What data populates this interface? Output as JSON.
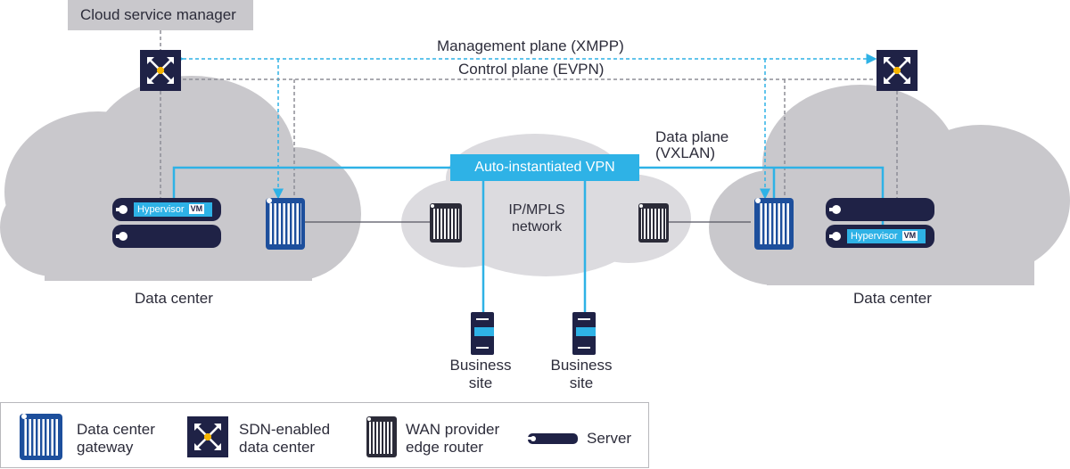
{
  "top": {
    "cloud_service_manager": "Cloud service manager",
    "management_plane": "Management plane (XMPP)",
    "control_plane": "Control plane (EVPN)",
    "data_plane_line1": "Data plane",
    "data_plane_line2": "(VXLAN)",
    "vpn": "Auto-instantiated VPN"
  },
  "network": {
    "line1": "IP/MPLS",
    "line2": "network"
  },
  "datacenters": {
    "left": "Data center",
    "right": "Data center"
  },
  "servers": {
    "hypervisor": "Hypervisor",
    "vm": "VM"
  },
  "sites": [
    {
      "line1": "Business",
      "line2": "site"
    },
    {
      "line1": "Business",
      "line2": "site"
    }
  ],
  "legend": {
    "gateway_line1": "Data center",
    "gateway_line2": "gateway",
    "sdn_line1": "SDN-enabled",
    "sdn_line2": "data center",
    "wan_line1": "WAN provider",
    "wan_line2": "edge router",
    "server": "Server"
  },
  "colors": {
    "cloud": "#c9c8cc",
    "accent": "#2eb2e6",
    "gateway_blue": "#1d4f9c",
    "dark": "#1f2246",
    "control_line": "#8e8e96"
  }
}
